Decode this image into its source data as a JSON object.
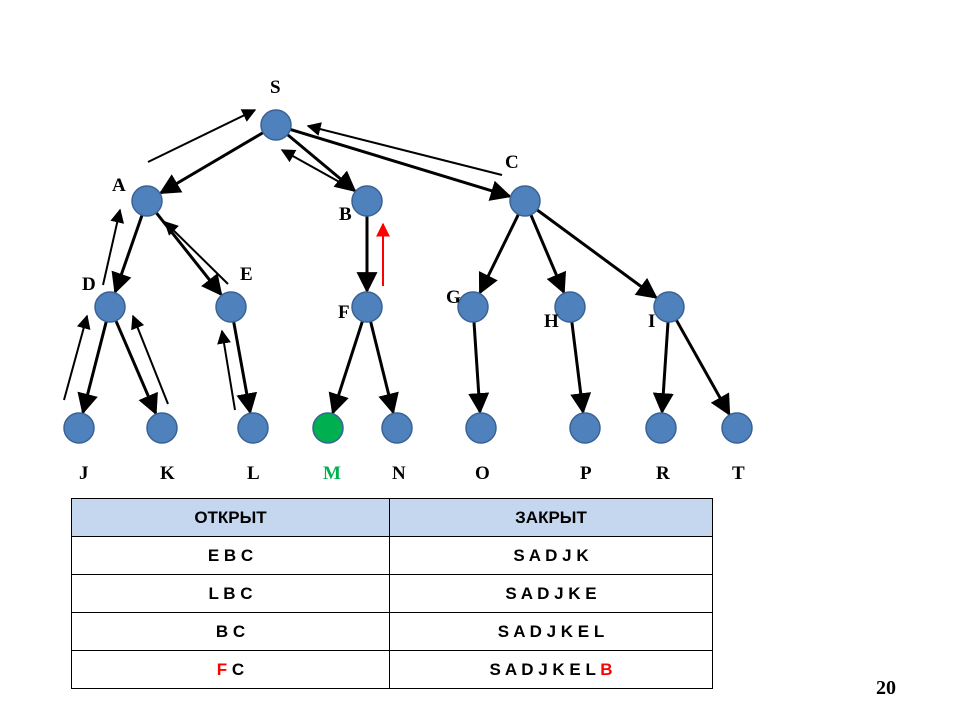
{
  "diagram": {
    "nodes": {
      "S": {
        "label": "S"
      },
      "A": {
        "label": "A"
      },
      "B": {
        "label": "B"
      },
      "C": {
        "label": "C"
      },
      "D": {
        "label": "D"
      },
      "E": {
        "label": "E"
      },
      "F": {
        "label": "F"
      },
      "G": {
        "label": "G"
      },
      "H": {
        "label": "H"
      },
      "I": {
        "label": "I"
      },
      "J": {
        "label": "J"
      },
      "K": {
        "label": "K"
      },
      "L": {
        "label": "L"
      },
      "M": {
        "label": "M"
      },
      "N": {
        "label": "N"
      },
      "O": {
        "label": "O"
      },
      "P": {
        "label": "P"
      },
      "R": {
        "label": "R"
      },
      "T": {
        "label": "T"
      }
    },
    "edges": [
      [
        "S",
        "A"
      ],
      [
        "S",
        "B"
      ],
      [
        "S",
        "C"
      ],
      [
        "A",
        "D"
      ],
      [
        "A",
        "E"
      ],
      [
        "B",
        "F"
      ],
      [
        "C",
        "G"
      ],
      [
        "C",
        "H"
      ],
      [
        "C",
        "I"
      ],
      [
        "D",
        "J"
      ],
      [
        "D",
        "K"
      ],
      [
        "E",
        "L"
      ],
      [
        "F",
        "M"
      ],
      [
        "F",
        "N"
      ],
      [
        "G",
        "O"
      ],
      [
        "H",
        "P"
      ],
      [
        "I",
        "R"
      ],
      [
        "I",
        "T"
      ]
    ],
    "goal_node": "M",
    "colors": {
      "node": "#4f81bd",
      "goal": "#00b050",
      "edge": "#000000",
      "highlight": "#ff0000"
    }
  },
  "table": {
    "headers": [
      "ОТКРЫТ",
      "ЗАКРЫТ"
    ],
    "rows": [
      {
        "open": [
          "E B C"
        ],
        "closed": [
          "S A D J K"
        ]
      },
      {
        "open": [
          "L B C"
        ],
        "closed": [
          "S A D J K E"
        ]
      },
      {
        "open": [
          "B C"
        ],
        "closed": [
          "S A D J K E L"
        ]
      },
      {
        "open_prefix": "F",
        "open_rest": " C",
        "closed_rest": "S A D J K E L ",
        "closed_suffix": "B"
      }
    ]
  },
  "page_number": "20"
}
